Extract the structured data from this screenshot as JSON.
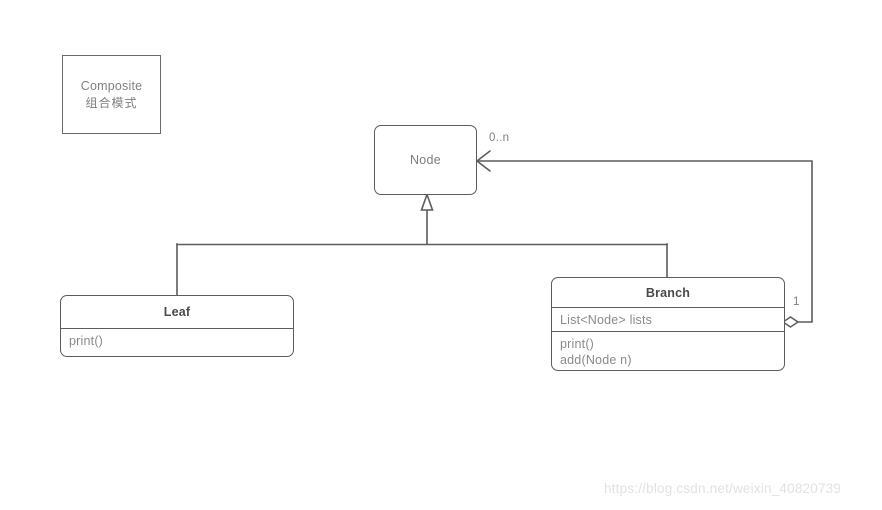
{
  "diagram": {
    "kind": "uml-class-diagram",
    "stroke_color": "#5c5c5c",
    "text_color": "#808080",
    "background": "#ffffff"
  },
  "note": {
    "title": "Composite",
    "subtitle": "组合模式"
  },
  "classes": {
    "node": {
      "name": "Node",
      "attributes": [],
      "methods": []
    },
    "leaf": {
      "name": "Leaf",
      "attributes": [],
      "methods": [
        "print()"
      ]
    },
    "branch": {
      "name": "Branch",
      "attributes": [
        "List<Node> lists"
      ],
      "methods": [
        "print()",
        "add(Node n)"
      ]
    }
  },
  "relations": {
    "leaf_extends_node": {
      "type": "generalization",
      "from": "Leaf",
      "to": "Node",
      "arrow": "hollow-triangle"
    },
    "branch_extends_node": {
      "type": "generalization",
      "from": "Branch",
      "to": "Node",
      "arrow": "hollow-triangle"
    },
    "branch_aggregates_node": {
      "type": "aggregation",
      "from": "Branch",
      "to": "Node",
      "source_multiplicity": "1",
      "target_multiplicity": "0..n",
      "arrow": "open-arrow",
      "source_decoration": "hollow-diamond"
    }
  },
  "labels": {
    "multiplicity_many": "0..n",
    "multiplicity_one": "1"
  },
  "watermark": {
    "text": "https://blog.csdn.net/weixin_40820739"
  }
}
